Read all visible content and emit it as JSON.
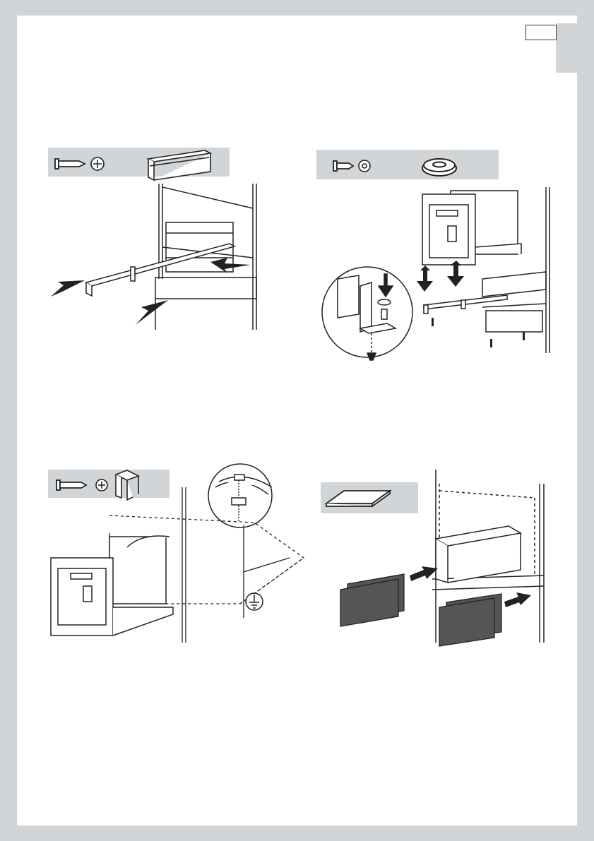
{
  "page": {
    "language_tab": "",
    "figures": [
      {
        "step": "mount-rails",
        "icons": [
          "screw-icon",
          "phillips-head-icon",
          "rail-bracket-icon"
        ],
        "arrows": [
          "pull-out-arrow",
          "pull-out-arrow",
          "push-in-arrow"
        ]
      },
      {
        "step": "fix-appliance-with-washers",
        "icons": [
          "screw-icon",
          "phillips-head-icon",
          "washer-icon"
        ],
        "arrows": [
          "down-arrow",
          "down-arrow",
          "down-arrow"
        ]
      },
      {
        "step": "ground-wire-clip",
        "icons": [
          "screw-icon",
          "phillips-head-icon",
          "clip-bracket-icon"
        ],
        "symbols": [
          "ground-symbol-icon"
        ]
      },
      {
        "step": "attach-cover-panels",
        "icons": [
          "cover-panel-icon"
        ],
        "arrows": [
          "insert-arrow",
          "insert-arrow"
        ]
      }
    ],
    "colors": {
      "background": "#d2d5d8",
      "page": "#ffffff",
      "toolbar": "#d2d5d8",
      "ink": "#222222",
      "panel": "#555555"
    }
  }
}
